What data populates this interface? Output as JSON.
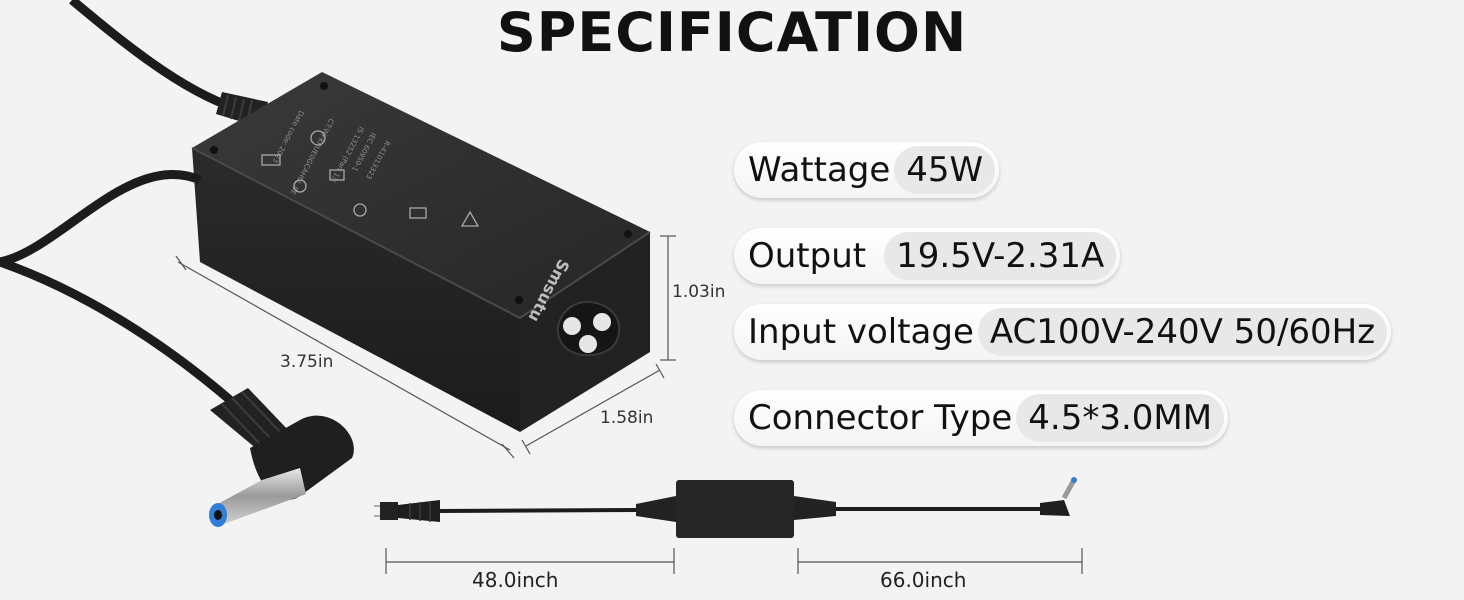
{
  "title": "SPECIFICATION",
  "specs": [
    {
      "label": "Wattage",
      "value": "45W"
    },
    {
      "label": "Output",
      "value": "19.5V-2.31A"
    },
    {
      "label": "Input voltage",
      "value": "AC100V-240V 50/60Hz"
    },
    {
      "label": "Connector Type",
      "value": "4.5*3.0MM"
    }
  ],
  "dimensions": {
    "height": "1.03in",
    "length": "3.75in",
    "width": "1.58in",
    "ac_cable": "48.0inch",
    "dc_cable": "66.0inch"
  },
  "adapter": {
    "brand": "Smsutu",
    "label_lines": [
      "Date code: 2023",
      "CT:WFKRUE0GCAH0L 0E",
      "IS 13252 (Part 1)/",
      "IEC 60950-1",
      "R-41013323"
    ]
  },
  "colors": {
    "background": "#f3f3f3",
    "adapter_body": "#2a2a2a",
    "cable": "#1c1c1c",
    "tip_accent": "#2f7fd6"
  }
}
